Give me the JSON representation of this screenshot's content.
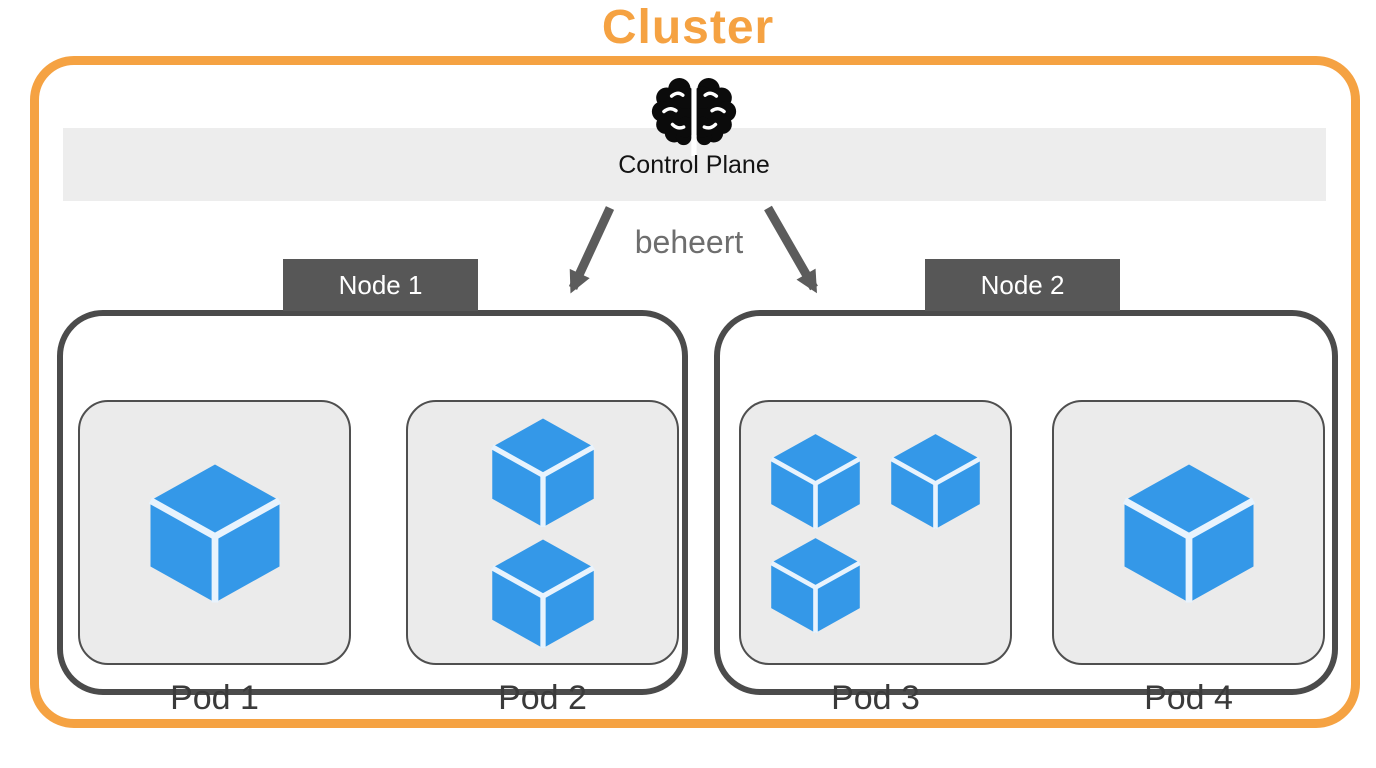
{
  "title": "Cluster",
  "control_plane": {
    "label": "Control Plane",
    "icon": "brain-icon"
  },
  "relationship_label": "beheert",
  "nodes": [
    {
      "label": "Node 1",
      "pods": [
        {
          "label": "Pod 1",
          "containers": 1
        },
        {
          "label": "Pod 2",
          "containers": 2
        }
      ]
    },
    {
      "label": "Node 2",
      "pods": [
        {
          "label": "Pod 3",
          "containers": 3
        },
        {
          "label": "Pod 4",
          "containers": 1
        }
      ]
    }
  ],
  "colors": {
    "cluster_orange": "#F5A242",
    "container_blue": "#3498E8",
    "cube_edge_white": "#E8F3FD",
    "node_border_gray": "#4B4B4B",
    "node_label_bg": "#575757",
    "node_label_text": "#FFFFFF",
    "pod_bg": "#EBEBEB",
    "control_bar_bg": "#EDEDED",
    "arrow_gray": "#5C5C5C",
    "manage_text_gray": "#6E6E6E",
    "pod_label_text": "#3A3A3A"
  }
}
